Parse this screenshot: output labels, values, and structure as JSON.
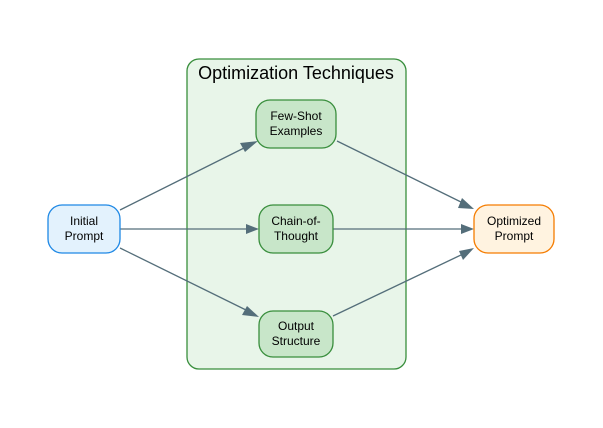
{
  "diagram": {
    "cluster": {
      "title": "Optimization Techniques",
      "fill": "#e8f5e9",
      "stroke": "#388e3c"
    },
    "nodes": {
      "initial": {
        "lines": [
          "Initial",
          "Prompt"
        ],
        "fill": "#e3f2fd",
        "stroke": "#1e88e5"
      },
      "few_shot": {
        "lines": [
          "Few-Shot",
          "Examples"
        ],
        "fill": "#c8e6c9",
        "stroke": "#388e3c"
      },
      "chain": {
        "lines": [
          "Chain-of-",
          "Thought"
        ],
        "fill": "#c8e6c9",
        "stroke": "#388e3c"
      },
      "output": {
        "lines": [
          "Output",
          "Structure"
        ],
        "fill": "#c8e6c9",
        "stroke": "#388e3c"
      },
      "optimized": {
        "lines": [
          "Optimized",
          "Prompt"
        ],
        "fill": "#fff3e0",
        "stroke": "#f57c00"
      }
    },
    "edges": [
      {
        "from": "initial",
        "to": "few_shot"
      },
      {
        "from": "initial",
        "to": "chain"
      },
      {
        "from": "initial",
        "to": "output"
      },
      {
        "from": "few_shot",
        "to": "optimized"
      },
      {
        "from": "chain",
        "to": "optimized"
      },
      {
        "from": "output",
        "to": "optimized"
      }
    ],
    "edge_color": "#546e7a"
  }
}
